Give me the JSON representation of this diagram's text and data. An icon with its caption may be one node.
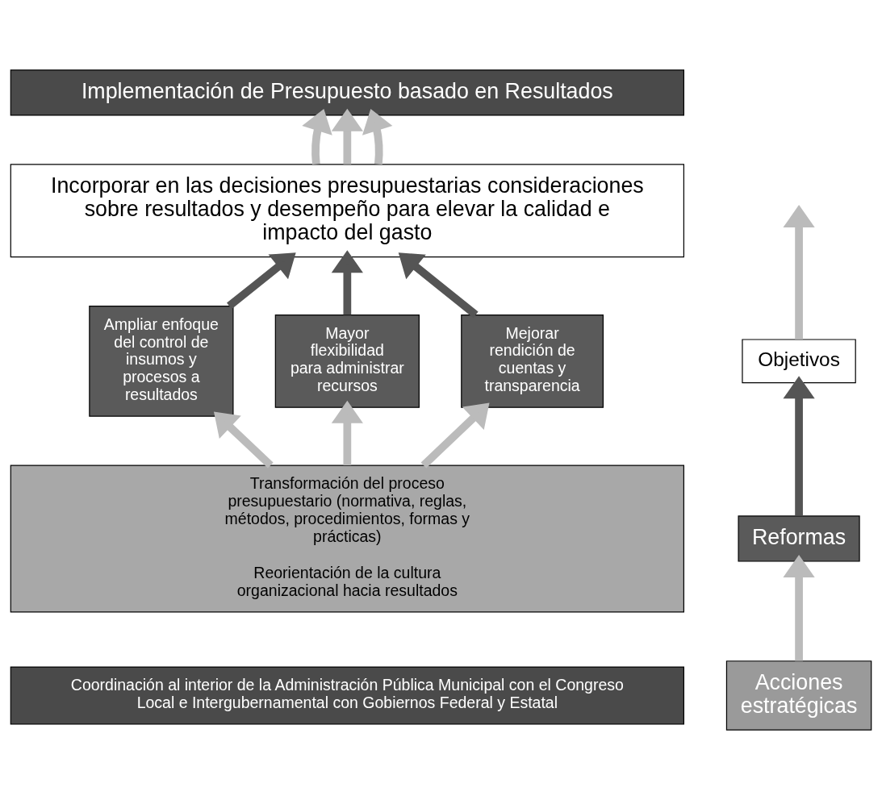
{
  "diagram": {
    "nodes": [
      {
        "text": [
          "Implementación de Presupuesto basado en Resultados"
        ]
      },
      {
        "text": [
          "Objetivos"
        ]
      },
      {
        "text": [
          "Incorporar en las decisiones presupuestarias consideraciones sobre resultados y desempeño para elevar la calidad e impacto del gasto"
        ]
      },
      {
        "text": [
          "Reformas"
        ]
      },
      {
        "text": [
          "Ampliar enfoque del control de insumos y procesos a resultados"
        ]
      },
      {
        "text": [
          "Mayor flexibilidad para administrar recursos"
        ]
      },
      {
        "text": [
          "Mejorar rendición de cuentas y transparencia"
        ]
      },
      {
        "text": [
          "Acciones estratégicas"
        ]
      },
      {
        "text": [
          "Transformación del proceso presupuestario (normativa, reglas, métodos, procedimientos, formas y prácticas)",
          "Reorientación de la cultura organizacional hacia resultados"
        ]
      },
      {
        "text": [
          "Coordinación al interior de la Administración Pública Municipal con el Congreso Local e Intergubernamental con Gobiernos Federal y Estatal"
        ]
      }
    ],
    "edges": [
      {
        "from": 1,
        "to": null,
        "arrow": "to"
      },
      {
        "from": 3,
        "to": 1,
        "arrow": "to",
        "color": "#555555"
      },
      {
        "from": 7,
        "to": 3,
        "arrow": "to"
      },
      {
        "from": 2,
        "to": 0,
        "arrow": "to"
      },
      {
        "from": 2,
        "to": 0,
        "arrow": "to"
      },
      {
        "from": 2,
        "to": 0,
        "arrow": "to"
      },
      {
        "from": 4,
        "to": 2,
        "arrow": "to",
        "color": "#555555"
      },
      {
        "from": 5,
        "to": 2,
        "arrow": "to",
        "color": "#555555"
      },
      {
        "from": 6,
        "to": 2,
        "arrow": "to",
        "color": "#555555"
      },
      {
        "from": 8,
        "to": 4,
        "arrow": "to"
      },
      {
        "from": 8,
        "to": 5,
        "arrow": "to"
      },
      {
        "from": 8,
        "to": 6,
        "arrow": "to"
      }
    ]
  }
}
